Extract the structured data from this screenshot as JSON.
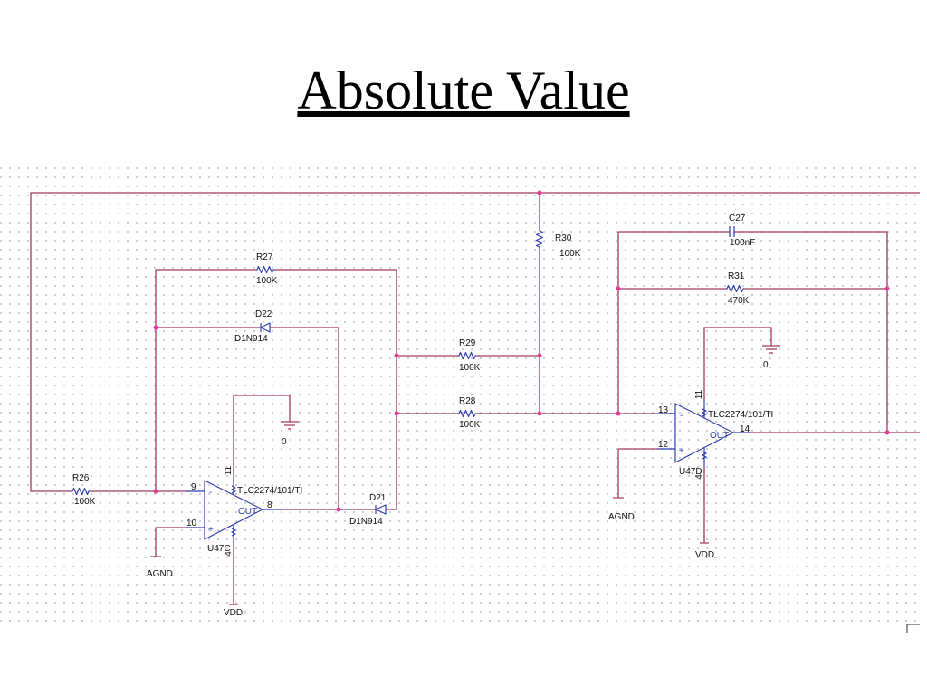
{
  "slide": {
    "title": "Absolute Value"
  },
  "colors": {
    "wire": "#a23a5f",
    "component": "#2f3fb0",
    "junction": "#e6399b",
    "text": "#111111"
  },
  "components": {
    "r26": {
      "ref": "R26",
      "value": "100K"
    },
    "r27": {
      "ref": "R27",
      "value": "100K"
    },
    "r28": {
      "ref": "R28",
      "value": "100K"
    },
    "r29": {
      "ref": "R29",
      "value": "100K"
    },
    "r30": {
      "ref": "R30",
      "value": "100K"
    },
    "r31": {
      "ref": "R31",
      "value": "470K"
    },
    "c27": {
      "ref": "C27",
      "value": "100nF"
    },
    "d21": {
      "ref": "D21",
      "value": "D1N914"
    },
    "d22": {
      "ref": "D22",
      "value": "D1N914"
    },
    "u47c": {
      "ref": "U47C",
      "part": "TLC2274/101/TI",
      "out_label": "OUT",
      "inv_sign": "-",
      "noninv_sign": "+",
      "pin_inv": "9",
      "pin_noninv": "10",
      "pin_out": "8",
      "pin_vpos": "11",
      "pin_vneg": "4"
    },
    "u47d": {
      "ref": "U47D",
      "part": "TLC2274/101/TI",
      "out_label": "OUT",
      "inv_sign": "-",
      "noninv_sign": "+",
      "pin_inv": "13",
      "pin_noninv": "12",
      "pin_out": "14",
      "pin_vpos": "11",
      "pin_vneg": "4"
    }
  },
  "nets": {
    "ground": "0",
    "agnd": "AGND",
    "vdd": "VDD"
  }
}
